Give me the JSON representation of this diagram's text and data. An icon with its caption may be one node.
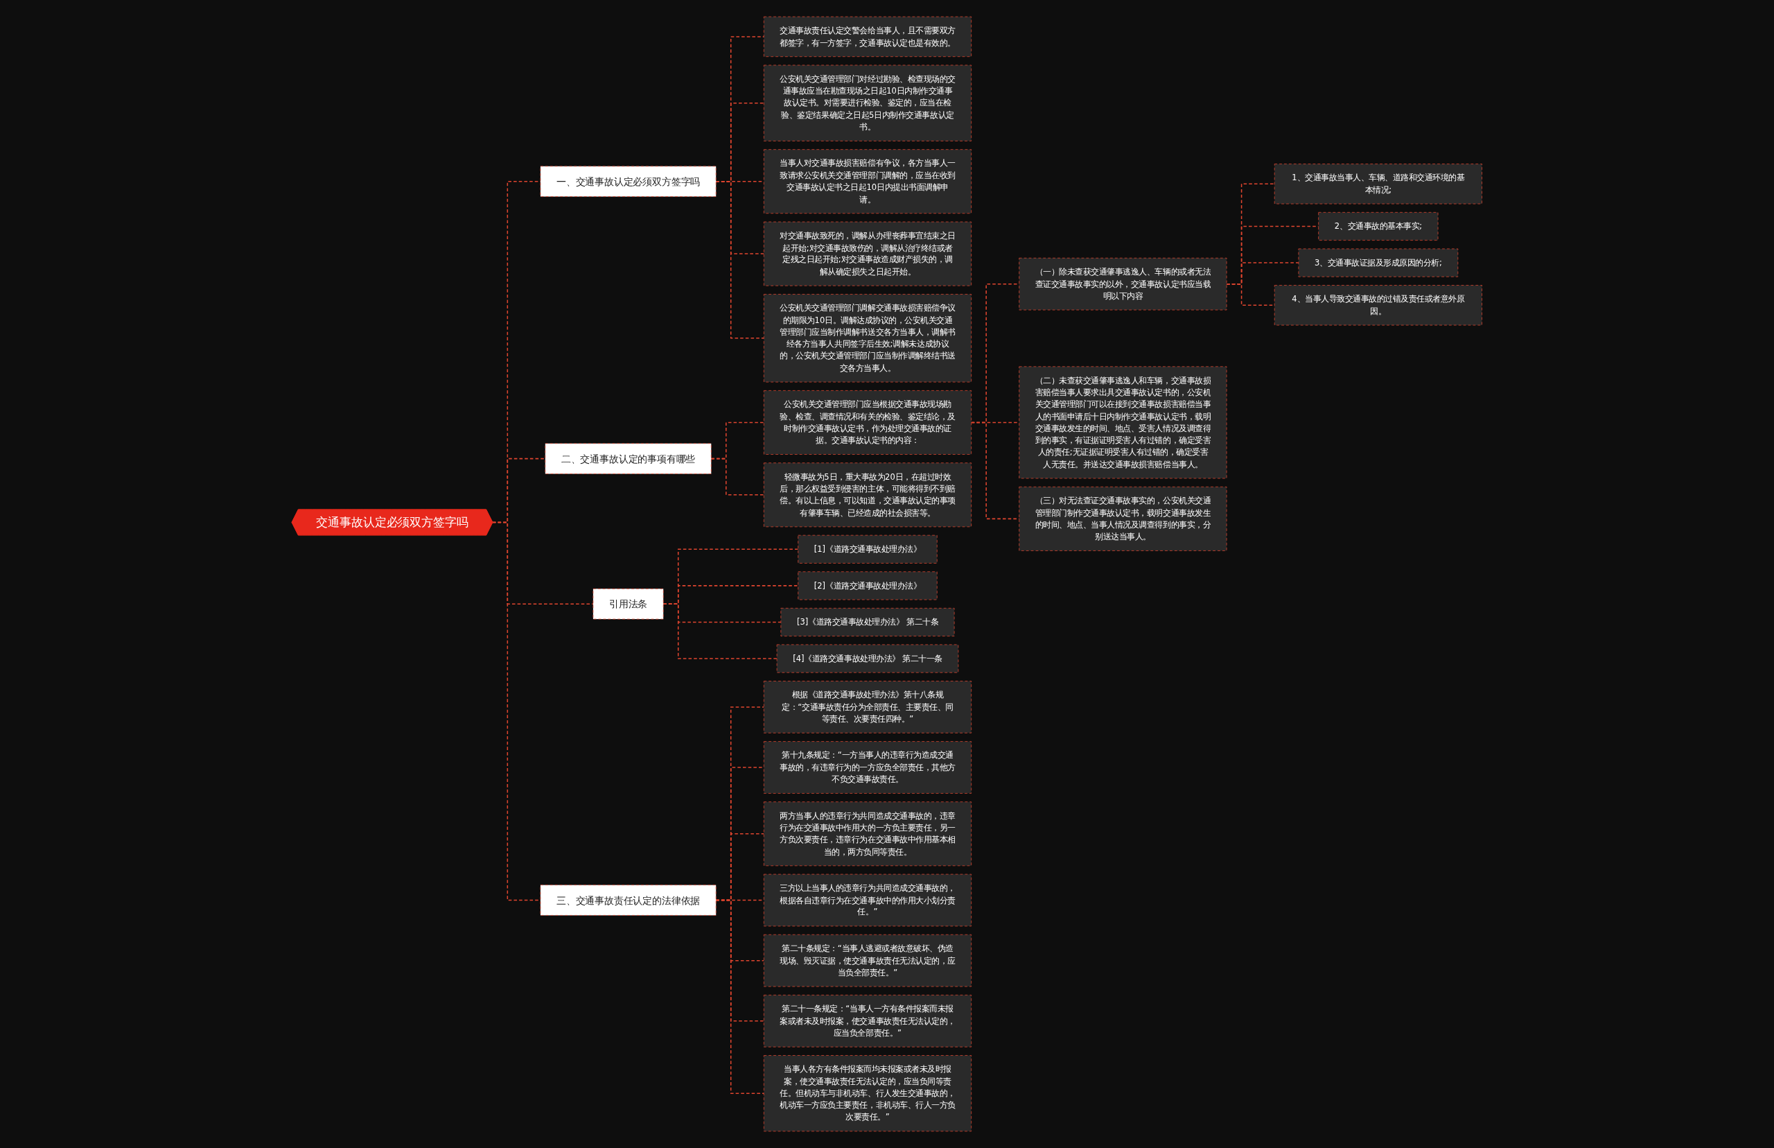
{
  "diagram": {
    "nodes": [
      {
        "text": [
          "交通事故认定必须双方签字吗"
        ]
      },
      {
        "text": [
          "一、交通事故认定必须双方签字吗"
        ]
      },
      {
        "text": [
          "交通事故责任认定交警会给当事人，且不需要双方都签字，有一方签字，交通事故认定也是有效的。"
        ]
      },
      {
        "text": [
          "公安机关交通管理部门对经过勘验、检查现场的交通事故应当在勘查现场之日起10日内制作交通事故认定书。对需要进行检验、鉴定的，应当在检验、鉴定结果确定之日起5日内制作交通事故认定书。"
        ]
      },
      {
        "text": [
          "当事人对交通事故损害赔偿有争议，各方当事人一致请求公安机关交通管理部门调解的，应当在收到交通事故认定书之日起10日内提出书面调解申请。"
        ]
      },
      {
        "text": [
          "对交通事故致死的，调解从办理丧葬事宜结束之日起开始;对交通事故致伤的，调解从治疗终结或者定残之日起开始;对交通事故造成财产损失的，调解从确定损失之日起开始。"
        ]
      },
      {
        "text": [
          "公安机关交通管理部门调解交通事故损害赔偿争议的期限为10日。调解达成协议的，公安机关交通管理部门应当制作调解书送交各方当事人，调解书经各方当事人共同签字后生效;调解未达成协议的，公安机关交通管理部门应当制作调解终结书送交各方当事人。"
        ]
      },
      {
        "text": [
          "二、交通事故认定的事项有哪些"
        ]
      },
      {
        "text": [
          "公安机关交通管理部门应当根据交通事故现场勘验、检查、调查情况和有关的检验、鉴定结论，及时制作交通事故认定书，作为处理交通事故的证据。交通事故认定书的内容："
        ]
      },
      {
        "text": [
          "（一）除未查获交通肇事逃逸人、车辆的或者无法查证交通事故事实的以外，交通事故认定书应当载明以下内容"
        ]
      },
      {
        "text": [
          "1、交通事故当事人、车辆、道路和交通环境的基本情况;"
        ]
      },
      {
        "text": [
          "2、交通事故的基本事实;"
        ]
      },
      {
        "text": [
          "3、交通事故证据及形成原因的分析;"
        ]
      },
      {
        "text": [
          "4、当事人导致交通事故的过错及责任或者意外原因。"
        ]
      },
      {
        "text": [
          "（二）未查获交通肇事逃逸人和车辆，交通事故损害赔偿当事人要求出具交通事故认定书的，公安机关交通管理部门可以在接到交通事故损害赔偿当事人的书面申请后十日内制作交通事故认定书，载明交通事故发生的时间、地点、受害人情况及调查得到的事实，有证据证明受害人有过错的，确定受害人的责任;无证据证明受害人有过错的，确定受害人无责任。并送达交通事故损害赔偿当事人。"
        ]
      },
      {
        "text": [
          "（三）对无法查证交通事故事实的，公安机关交通管理部门制作交通事故认定书，载明交通事故发生的时间、地点、当事人情况及调查得到的事实，分别送达当事人。"
        ]
      },
      {
        "text": [
          "轻微事故为5日，重大事故为20日，在超过时效后，那么权益受到侵害的主体，可能将得到不到赔偿。有以上信息，可以知道，交通事故认定的事项有肇事车辆、已经造成的社会损害等。"
        ]
      },
      {
        "text": [
          "引用法条"
        ]
      },
      {
        "text": [
          "[1]《道路交通事故处理办法》"
        ]
      },
      {
        "text": [
          "[2]《道路交通事故处理办法》"
        ]
      },
      {
        "text": [
          "[3]《道路交通事故处理办法》 第二十条"
        ]
      },
      {
        "text": [
          "[4]《道路交通事故处理办法》 第二十一条"
        ]
      },
      {
        "text": [
          "三、交通事故责任认定的法律依据"
        ]
      },
      {
        "text": [
          "根据《道路交通事故处理办法》第十八条规定：“交通事故责任分为全部责任、主要责任、同等责任、次要责任四种。”"
        ]
      },
      {
        "text": [
          "第十九条规定：“一方当事人的违章行为造成交通事故的，有违章行为的一方应负全部责任，其他方不负交通事故责任。"
        ]
      },
      {
        "text": [
          "两方当事人的违章行为共同造成交通事故的，违章行为在交通事故中作用大的一方负主要责任，另一方负次要责任，违章行为在交通事故中作用基本相当的，两方负同等责任。"
        ]
      },
      {
        "text": [
          "三方以上当事人的违章行为共同造成交通事故的，根据各自违章行为在交通事故中的作用大小划分责任。”"
        ]
      },
      {
        "text": [
          "第二十条规定：“当事人逃避或者故意破坏、伪造现场、毁灭证据，使交通事故责任无法认定的，应当负全部责任。”"
        ]
      },
      {
        "text": [
          "第二十一条规定：“当事人一方有条件报案而未报案或者未及时报案，使交通事故责任无法认定的，应当负全部责任。”"
        ]
      },
      {
        "text": [
          "当事人各方有条件报案而均未报案或者未及时报案，使交通事故责任无法认定的，应当负同等责任。但机动车与非机动车、行人发生交通事故的，机动车一方应负主要责任，非机动车、行人一方负次要责任。”"
        ]
      }
    ],
    "edges": [
      {
        "from": 0,
        "to": 1,
        "arrow": "none",
        "style": "dashed"
      },
      {
        "from": 1,
        "to": 2,
        "arrow": "none",
        "style": "dashed"
      },
      {
        "from": 1,
        "to": 3,
        "arrow": "none",
        "style": "dashed"
      },
      {
        "from": 1,
        "to": 4,
        "arrow": "none",
        "style": "dashed"
      },
      {
        "from": 1,
        "to": 5,
        "arrow": "none",
        "style": "dashed"
      },
      {
        "from": 1,
        "to": 6,
        "arrow": "none",
        "style": "dashed"
      },
      {
        "from": 0,
        "to": 7,
        "arrow": "none",
        "style": "dashed"
      },
      {
        "from": 7,
        "to": 8,
        "arrow": "none",
        "style": "dashed"
      },
      {
        "from": 8,
        "to": 9,
        "arrow": "none",
        "style": "dashed"
      },
      {
        "from": 9,
        "to": 10,
        "arrow": "none",
        "style": "dashed"
      },
      {
        "from": 9,
        "to": 11,
        "arrow": "none",
        "style": "dashed"
      },
      {
        "from": 9,
        "to": 12,
        "arrow": "none",
        "style": "dashed"
      },
      {
        "from": 9,
        "to": 13,
        "arrow": "none",
        "style": "dashed"
      },
      {
        "from": 8,
        "to": 14,
        "arrow": "none",
        "style": "dashed"
      },
      {
        "from": 8,
        "to": 15,
        "arrow": "none",
        "style": "dashed"
      },
      {
        "from": 7,
        "to": 16,
        "arrow": "none",
        "style": "dashed"
      },
      {
        "from": 0,
        "to": 17,
        "arrow": "none",
        "style": "dashed"
      },
      {
        "from": 17,
        "to": 18,
        "arrow": "none",
        "style": "dashed"
      },
      {
        "from": 17,
        "to": 19,
        "arrow": "none",
        "style": "dashed"
      },
      {
        "from": 17,
        "to": 20,
        "arrow": "none",
        "style": "dashed"
      },
      {
        "from": 17,
        "to": 21,
        "arrow": "none",
        "style": "dashed"
      },
      {
        "from": 0,
        "to": 22,
        "arrow": "none",
        "style": "dashed"
      },
      {
        "from": 22,
        "to": 23,
        "arrow": "none",
        "style": "dashed"
      },
      {
        "from": 22,
        "to": 24,
        "arrow": "none",
        "style": "dashed"
      },
      {
        "from": 22,
        "to": 25,
        "arrow": "none",
        "style": "dashed"
      },
      {
        "from": 22,
        "to": 26,
        "arrow": "none",
        "style": "dashed"
      },
      {
        "from": 22,
        "to": 27,
        "arrow": "none",
        "style": "dashed"
      },
      {
        "from": 22,
        "to": 28,
        "arrow": "none",
        "style": "dashed"
      },
      {
        "from": 22,
        "to": 29,
        "arrow": "none",
        "style": "dashed"
      }
    ]
  }
}
